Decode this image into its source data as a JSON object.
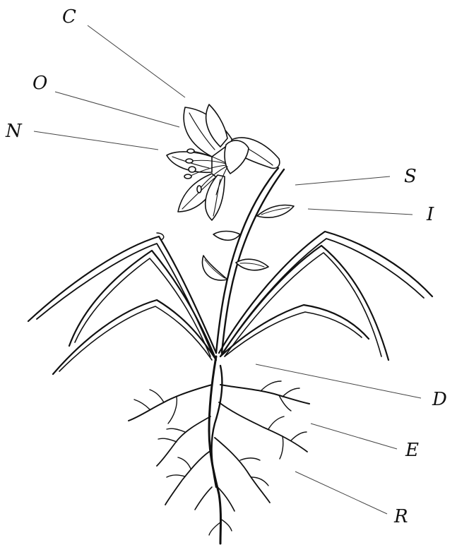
{
  "diagram": {
    "labels": [
      {
        "id": "c",
        "text": "C"
      },
      {
        "id": "o",
        "text": "O"
      },
      {
        "id": "n",
        "text": "N"
      },
      {
        "id": "s",
        "text": "S"
      },
      {
        "id": "i",
        "text": "I"
      },
      {
        "id": "d",
        "text": "D"
      },
      {
        "id": "e",
        "text": "E"
      },
      {
        "id": "r",
        "text": "R"
      }
    ],
    "colors": {
      "ink": "#111111",
      "leader": "#444444",
      "background": "#ffffff"
    }
  }
}
